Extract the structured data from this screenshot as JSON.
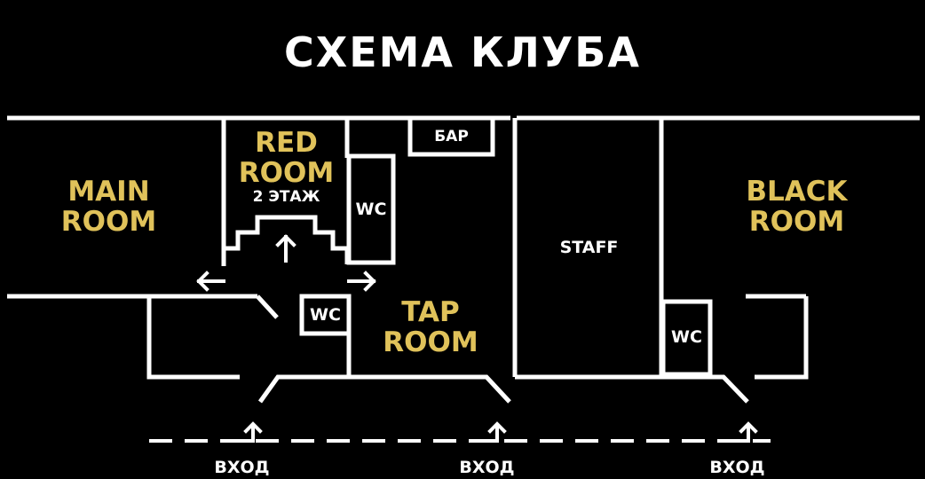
{
  "title": "СХЕМА КЛУБА",
  "rooms": {
    "main_room": [
      "MAIN",
      "ROOM"
    ],
    "red_room": [
      "RED",
      "ROOM"
    ],
    "red_room_floor": "2 ЭТАЖ",
    "tap_room": [
      "TAP",
      "ROOM"
    ],
    "black_room": [
      "BLACK",
      "ROOM"
    ],
    "staff": "STAFF",
    "bar": "БАР",
    "wc": "WC"
  },
  "entrance_label": "ВХОД",
  "colors": {
    "background": "#000000",
    "walls": "#ffffff",
    "room_names": "#e0c25a"
  }
}
